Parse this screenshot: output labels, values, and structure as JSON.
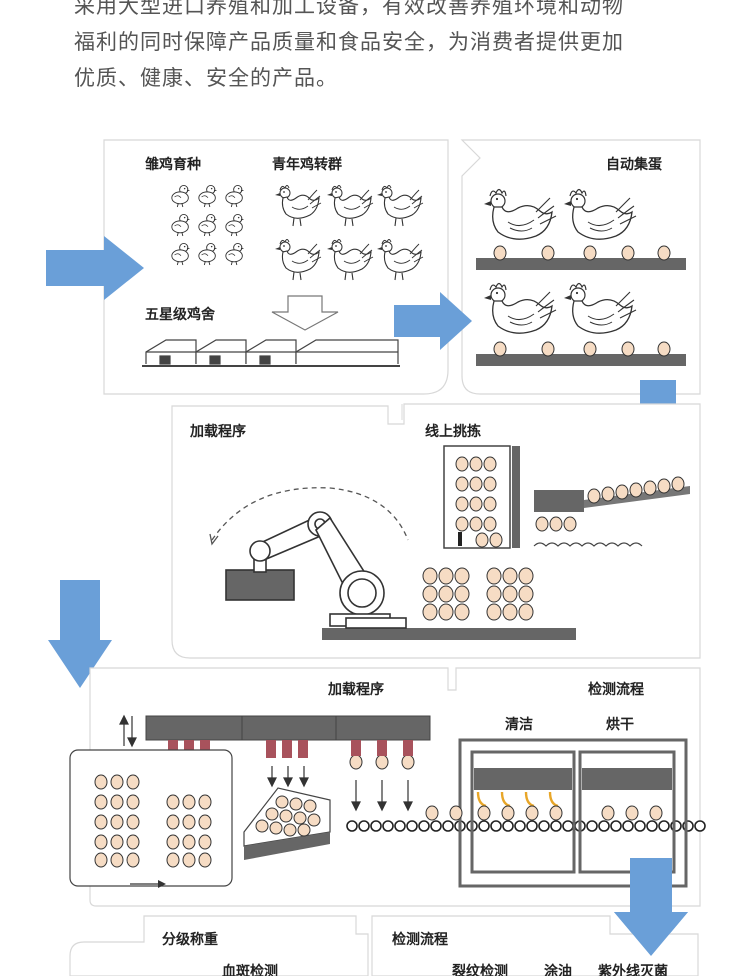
{
  "intro": {
    "lines": [
      "采用大型进口养殖和加工设备，有效改善养殖环境和动物",
      "福利的同时保障产品质量和食品安全，为消费者提供更加",
      "优质、健康、安全的产品。"
    ]
  },
  "labels": {
    "chick_breeding": "雏鸡育种",
    "young_hen_transfer": "青年鸡转群",
    "five_star_house": "五星级鸡舍",
    "auto_egg_collect": "自动集蛋",
    "loading_program_1": "加载程序",
    "online_sorting": "线上挑拣",
    "loading_program_2": "加载程序",
    "inspection_flow_1": "检测流程",
    "cleaning": "清洁",
    "drying": "烘干",
    "grading_weighing": "分级称重",
    "blood_spot_check": "血斑检测",
    "inspection_flow_2": "检测流程",
    "crack_check": "裂纹检测",
    "oiling": "涂油",
    "uv_sterilize": "紫外线灭菌"
  },
  "colors": {
    "arrow_blue": "#6a9fd8",
    "egg": "#f6dcc4",
    "machine": "#666666",
    "panel_border": "#d8d8d8",
    "suction_cup": "#a8525c",
    "nozzle": "#e8a628"
  }
}
